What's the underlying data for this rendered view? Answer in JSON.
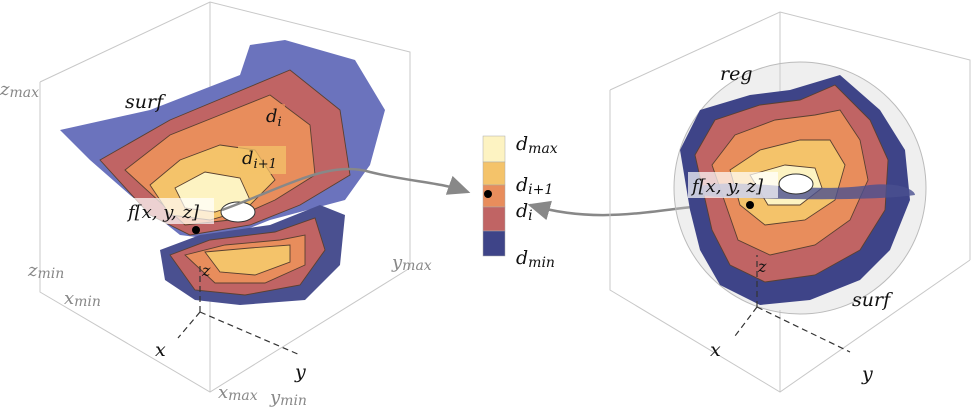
{
  "colors": {
    "band_max": "#fdf3c2",
    "band_upper": "#f4c36a",
    "band_mid": "#e88d5c",
    "band_lower": "#c06464",
    "band_min": "#3e4488",
    "surface_back": "#6b73bd",
    "surface_dark": "#4a5090",
    "sphere": "#d0d0d0",
    "arrow": "#888888",
    "box_line": "#c8c8c8",
    "axis_line": "#333333"
  },
  "left_plot": {
    "surf_label": "surf",
    "contour_label_i": "i",
    "contour_label_i1": "i+1",
    "point_label": "f[x, y, z]",
    "z_marker": "z",
    "axis_labels": {
      "z_max_base": "z",
      "z_max_sub": "max",
      "z_min_base": "z",
      "z_min_sub": "min",
      "x_min_base": "x",
      "x_min_sub": "min",
      "x_max_base": "x",
      "x_max_sub": "max",
      "y_max_base": "y",
      "y_max_sub": "max",
      "y_min_base": "y",
      "y_min_sub": "min",
      "x": "x",
      "y": "y"
    }
  },
  "legend": {
    "d_base": "d",
    "max_sub": "max",
    "i1_sub": "i+1",
    "i_sub": "i",
    "min_sub": "min"
  },
  "right_plot": {
    "reg_label": "reg",
    "surf_label": "surf",
    "point_label": "f[x, y, z]",
    "z_marker": "z",
    "x": "x",
    "y": "y"
  }
}
